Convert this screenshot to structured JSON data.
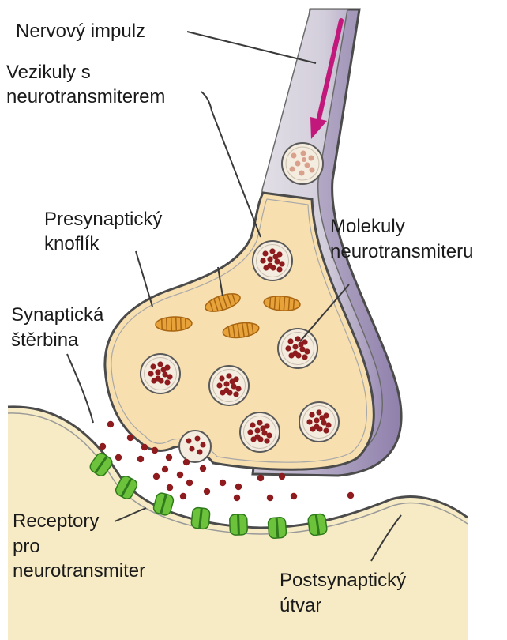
{
  "labels": {
    "nerve_impulse": "Nervový impulz",
    "vesicles_line1": "Vezikuly s",
    "vesicles_line2": "neurotransmiterem",
    "presynaptic_line1": "Presynaptický",
    "presynaptic_line2": "knoflík",
    "molecules_line1": "Molekuly",
    "molecules_line2": "neurotransmiteru",
    "cleft_line1": "Synaptická",
    "cleft_line2": "štěrbina",
    "receptors_line1": "Receptory",
    "receptors_line2": "pro",
    "receptors_line3": "neurotransmiter",
    "postsynaptic_line1": "Postsynaptický",
    "postsynaptic_line2": "útvar"
  },
  "colors": {
    "terminal_fill": "#f7dfb0",
    "axon_fill": "#d6d1dc",
    "axon_shadow": "#9d8fb6",
    "membrane": "#4b4b4b",
    "postsynaptic_fill": "#f6ebc4",
    "vesicle_fill": "#f4ecde",
    "neurotransmitter": "#8e1b1e",
    "mitochondrion": "#e7a33a",
    "mitochondrion_stripe": "#a86512",
    "receptor": "#6cc23a",
    "receptor_dark": "#2f7a1c",
    "impulse_arrow": "#c2187b"
  }
}
